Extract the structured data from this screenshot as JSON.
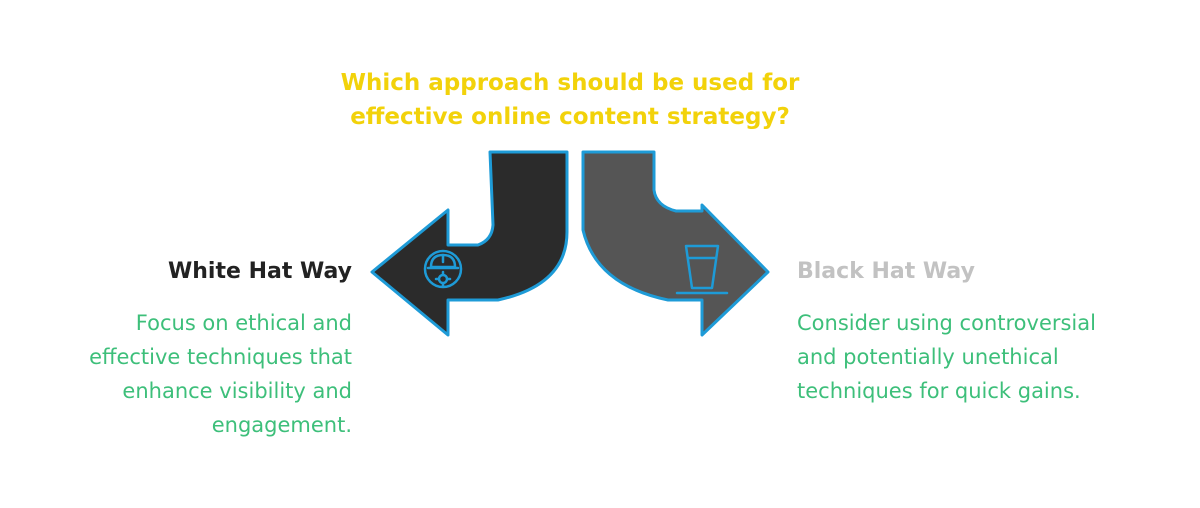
{
  "question": {
    "line1": "Which approach should be used for",
    "line2": "effective online content strategy?"
  },
  "options": [
    {
      "title": "White Hat Way",
      "description": [
        "Focus on ethical and",
        "effective techniques that",
        "enhance visibility and",
        "engagement."
      ],
      "icon": "engineer-helmet-gear-icon",
      "arrow_color": "#2b2b2b"
    },
    {
      "title": "Black Hat Way",
      "description": [
        "Consider using controversial",
        "and potentially unethical",
        "techniques for quick gains."
      ],
      "icon": "top-hat-icon",
      "arrow_color": "#555555"
    }
  ],
  "colors": {
    "question": "#f2d20a",
    "description": "#3dbf7a",
    "white_hat_title": "#222222",
    "black_hat_title": "#c2c2c2",
    "outline": "#1e9bd7"
  }
}
